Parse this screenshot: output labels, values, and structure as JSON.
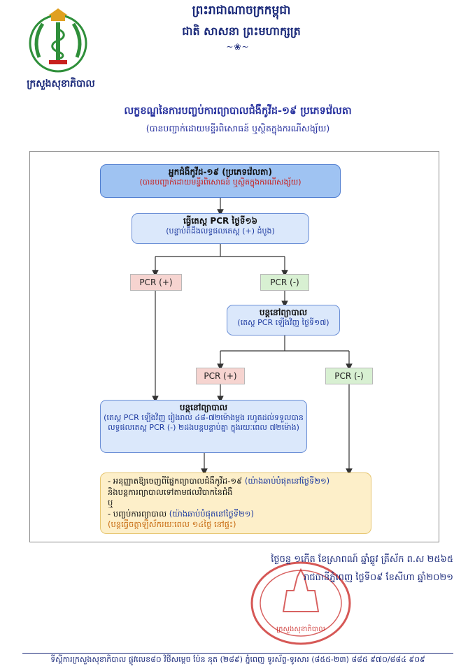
{
  "header": {
    "kingdom": "ព្រះរាជាណាចក្រកម្ពុជា",
    "motto": "ជាតិ សាសនា ព្រះមហាក្សត្រ",
    "ornament": "~❀~",
    "ministry": "ក្រសួងសុខាភិបាល"
  },
  "title": "លក្ខខណ្ឌនៃការបញ្ចប់ការព្យាបាលជំងឺកូវីដ-១៩ ប្រភេទវ៉េលតា",
  "subtitle": "(បានបញ្ជាក់ដោយមន្ទីរពិសោធន៍ ឬស្ថិតក្នុងករណីសង្ស័យ)",
  "flow": {
    "patient": {
      "title": "អ្នកជំងឺកូវីដ-១៩ (ប្រភេទវ៉េលតា)",
      "note": "(បានបញ្ជាក់ដោយមន្ទីរពិសោធន៍ ឬស្ថិតក្នុងករណីសង្ស័យ)"
    },
    "test": {
      "title": "ធ្វើតេស្ត PCR ថ្ងៃទី១៦",
      "note": "(បន្ទាប់ពីដឹងលទ្ធផលតេស្ត (+) ដំបូង)"
    },
    "pos1": "PCR (+)",
    "neg1": "PCR (-)",
    "cont1": {
      "title": "បន្តនៅព្យាបាល",
      "note": "(តេស្ត PCR ឡើងវិញ ថ្ងៃទី១៧)"
    },
    "pos2": "PCR (+)",
    "neg2": "PCR (-)",
    "cont2": {
      "title": "បន្តនៅព្យាបាល",
      "note": "(តេស្ត PCR ឡើងវិញ រៀងរាល់ ៤៨-៧២ម៉ោងម្តង រហូតដល់ទទួលបានលទ្ធផលតេស្ត PCR (-) ២ដងបន្តបន្ទាប់គ្នា ក្នុងរយៈពេល ៧២ម៉ោង)"
    },
    "final": {
      "line1": "- អនុញ្ញាតឱ្យចេញពីផ្នែកព្យាបាលជំងឺកូវីដ-១៩",
      "line1_highlight": "(យ៉ាងឆាប់បំផុតនៅថ្ងៃទី២១)",
      "line2": "និងបន្តការព្យាបាលទៅតាមផលវិបាកនៃជំងឺ",
      "line3": "ឬ",
      "line4": "- បញ្ចប់ការព្យាបាល",
      "line4_highlight": "(យ៉ាងឆាប់បំផុតនៅថ្ងៃទី២១)",
      "line5": "(បន្តធ្វើចត្តាឡីស័ករយៈពេល ១៤ថ្ងៃ នៅផ្ទះ)"
    }
  },
  "date_line1": "ថ្ងៃចន្ទ ១កើត ខែស្រាពណ៍ ឆ្នាំឆ្លូវ ត្រីស័ក ព.ស ២៥៦៥",
  "date_line2": "រាជធានីភ្នំពេញ ថ្ងៃទី០៩ ខែសីហា ឆ្នាំ២០២១",
  "seal_text": "ក្រសួងសុខាភិបាល",
  "footer": "ទីស្តីការក្រសួងសុខាភិបាល ផ្លូវលេខ៨០ វិថីសម្តេច ប៉ែន នុត (២៨៩) ភ្នំពេញ ទូរស័ព្ទ-ទូរសារ (៨៥៥-២៣) ៨៨៥ ៩៧០/៨៨៤ ៩០៩",
  "colors": {
    "header_blue": "#1b2a7a",
    "title_blue": "#2a34a0",
    "box_blue": "#dbe8fb",
    "patient_box": "#9fc3f2",
    "final_box": "#fdefc9",
    "positive": "#f6d4d0",
    "negative": "#d8f0d2",
    "seal_red": "#c8201e"
  }
}
